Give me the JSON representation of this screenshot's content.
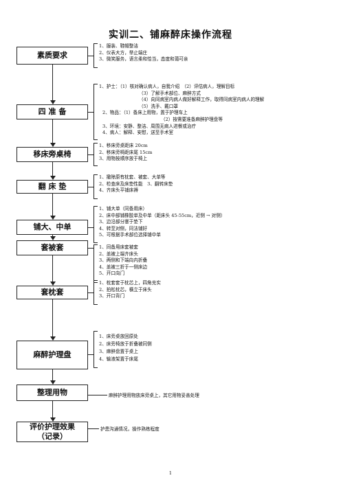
{
  "title": "实训二、铺麻醉床操作流程",
  "page_number": "1",
  "steps": [
    {
      "label": "素质要求",
      "items": [
        "1、服装、鞋帽整洁",
        "2、仪表大方，举止端庄",
        "3、微笑服务，语言柔和恰当，态度和蔼可亲"
      ]
    },
    {
      "label": "四 准 备",
      "items": [
        "1、护士：（1）核对确认病人，自我介绍　（2）评估病人，理解目标",
        "（3）了解手术部位、麻醉方式",
        "（4）向同病室内病人做好解释工作，取得同病室内病人的理解",
        "（5）洗手、戴口罩",
        "2、物品：（1）备床上用物，置于护理车上",
        "（2）按需要准备麻醉护理盘等",
        "3、环境：安静、整洁、周围无病人进餐或治疗",
        "4、病人：解释、安慰，送至手术室"
      ]
    },
    {
      "label": "移床旁桌椅",
      "items": [
        "1、移床旁桌距床 20cm",
        "2、移床旁椅距床尾 15cm",
        "3、用物按顺序放于椅上"
      ]
    },
    {
      "label": "翻 床 垫",
      "items": [
        "1、撤除原有枕套、被套、大单等",
        "2、检查床及床垫性能　3、翻转床垫",
        "4、齐床头平铺床褥"
      ]
    },
    {
      "label": "铺大、中单",
      "items": [
        "1、铺大单（同备用床）",
        "2、床中部铺橡胶单及中单（距床头 45-55cm，近侧 → 对侧）",
        "3、边沿部分塞于垫下",
        "4、转至对侧，同法铺好",
        "5、可根据手术部位选择铺中单"
      ]
    },
    {
      "label": "套被套",
      "items": [
        "1、同备用床套被套",
        "2、盖被上端齐床头",
        "3、两侧和下端向内折叠",
        "4、盖被三折于一侧床边",
        "5、开口向门"
      ]
    },
    {
      "label": "套枕套",
      "items": [
        "1、枕套套于枕芯上，四角充实",
        "2、拍松枕芯，横立于床头",
        "3、开口背门"
      ]
    },
    {
      "label": "麻醉护理盘",
      "items": [
        "1、床旁桌放回原处",
        "2、床旁椅放于折叠被同侧",
        "3、麻醉盘置于桌上",
        "4、输液架置于床尾"
      ]
    },
    {
      "label": "整理用物",
      "items": [
        "麻醉护理用物放床旁桌上，其它用物妥善处理"
      ]
    },
    {
      "label": "评价护理效果\n（记录）",
      "items": [
        "护患沟通情况，操作熟练程度"
      ]
    }
  ]
}
